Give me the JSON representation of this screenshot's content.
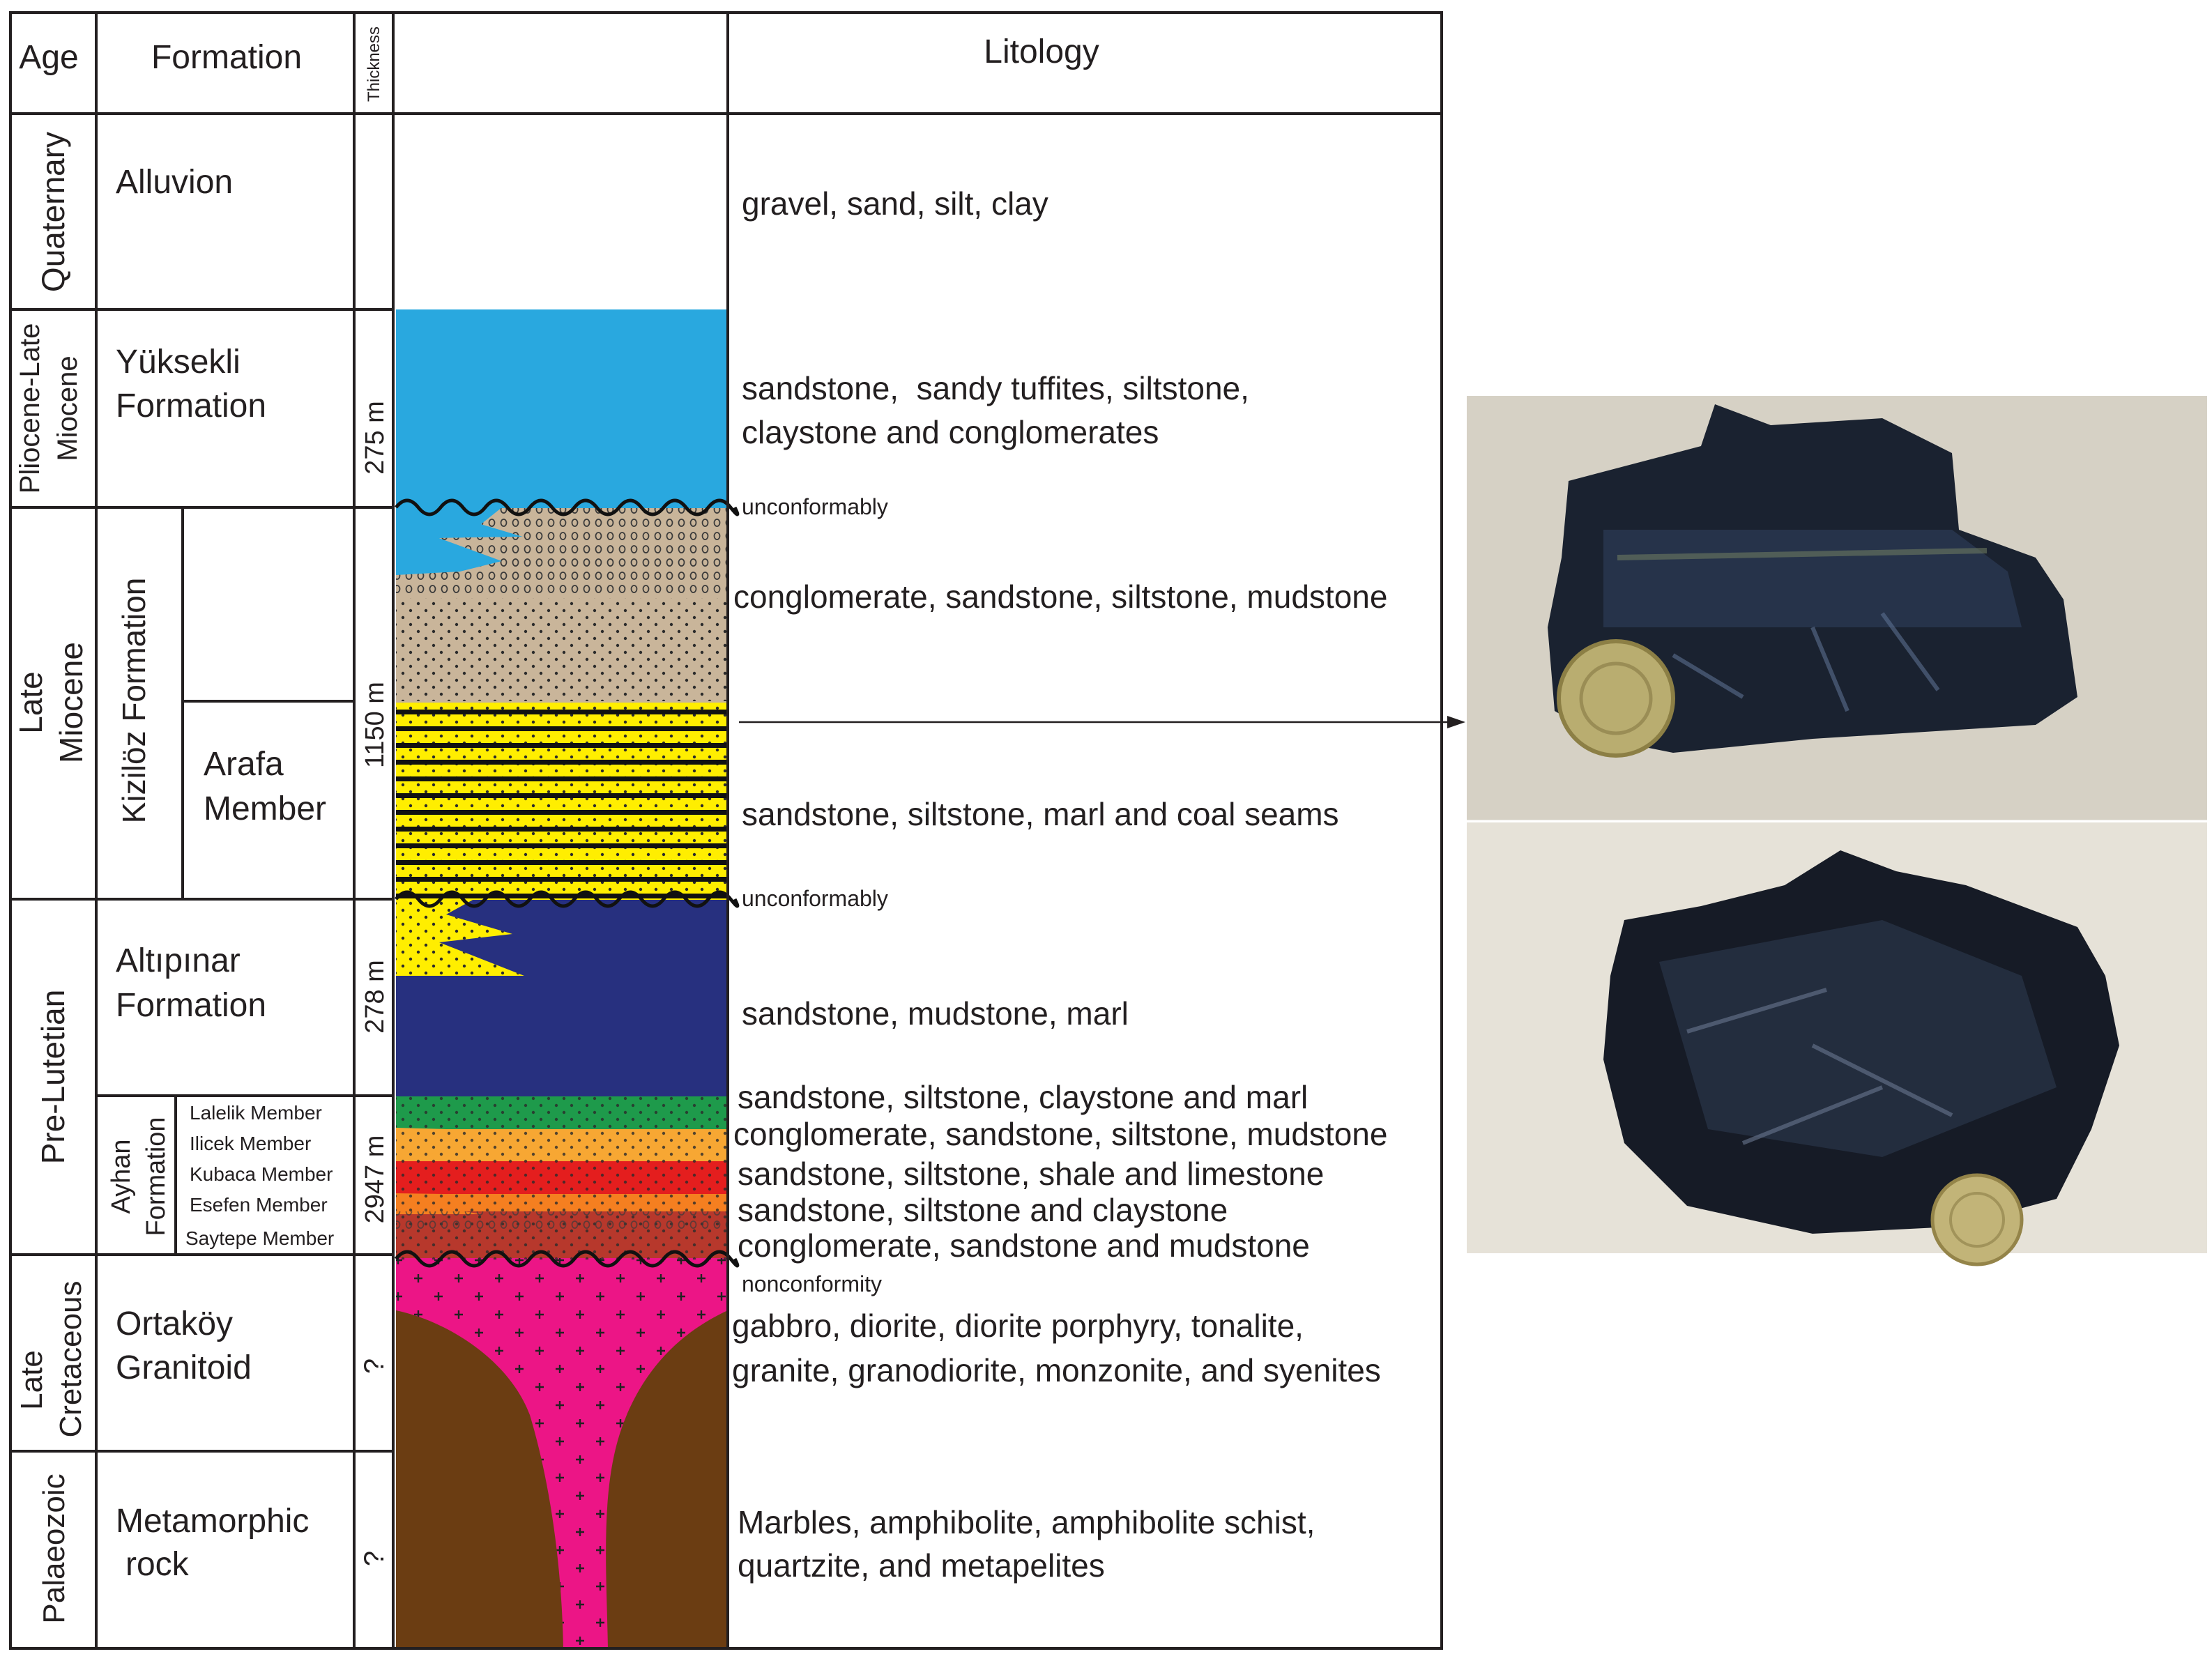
{
  "header": {
    "age": "Age",
    "formation": "Formation",
    "thickness": "Thickness",
    "lithology": "Litology"
  },
  "ages": [
    "Quaternary",
    "Pliocene-Late",
    "Miocene",
    "Late",
    "Miocene",
    "Pre-Lutetian",
    "Late",
    "Cretaceous",
    "Palaeozoic"
  ],
  "formations": {
    "alluvion": "Alluvion",
    "yuksekli": [
      "Yüksekli",
      "Formation"
    ],
    "kiziloz": "Kizilöz  Formation",
    "arafa": [
      "Arafa",
      "Member"
    ],
    "altipinar": [
      "Altıpınar",
      "Formation"
    ],
    "ayhan": [
      "Ayhan",
      "Formation"
    ],
    "ortakoy": [
      "Ortaköy",
      "Granitoid"
    ],
    "metamorphic": [
      "Metamorphic",
      "rock"
    ]
  },
  "members": [
    "Lalelik Member",
    "Ilicek Member",
    "Kubaca Member",
    "Esefen Member",
    "Saytepe Member"
  ],
  "thickness": [
    "275 m",
    "1150 m",
    "278 m",
    "2947 m",
    "?",
    "?"
  ],
  "contacts": [
    "unconformably",
    "unconformably",
    "nonconformity"
  ],
  "lithology": {
    "alluvion": "gravel, sand, silt, clay",
    "yuksekli": [
      "sandstone,  sandy tuffites, siltstone,",
      "claystone and conglomerates"
    ],
    "kiziloz": "conglomerate, sandstone, siltstone, mudstone",
    "arafa": "sandstone, siltstone, marl and coal seams",
    "altipinar": "sandstone, mudstone, marl",
    "lalelik": "sandstone, siltstone, claystone and marl",
    "ilicek": "conglomerate, sandstone, siltstone, mudstone",
    "kubaca": "sandstone, siltstone, shale and limestone",
    "esefen": "sandstone, siltstone and claystone",
    "saytepe": "conglomerate, sandstone and mudstone",
    "ortakoy": [
      "gabbro, diorite, diorite porphyry, tonalite,",
      "granite, granodiorite, monzonite, and syenites"
    ],
    "metamorphic": [
      "Marbles, amphibolite, amphibolite schist,",
      "quartzite, and metapelites"
    ]
  },
  "colors": {
    "yuksekli": "#29a8df",
    "conglomerate": "#c9b59a",
    "arafa_sand": "#ffee00",
    "coal": "#111111",
    "altipinar": "#27307f",
    "lalelik": "#1e9a4b",
    "ilicek": "#f7a733",
    "kubaca": "#e41e1e",
    "esefen": "#f57f20",
    "saytepe": "#b7382c",
    "granite": "#ec1586",
    "metamorphic": "#6b3d12"
  },
  "photos": [
    "coal-specimen-with-coin-top",
    "coal-specimen-with-coin-bottom"
  ]
}
